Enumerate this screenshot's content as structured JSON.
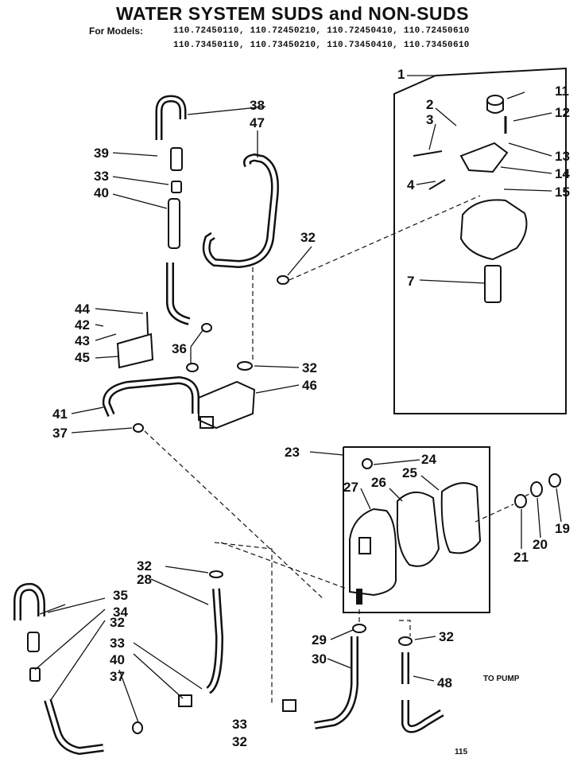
{
  "header": {
    "title": "WATER SYSTEM SUDS and NON-SUDS",
    "models_label": "For Models:",
    "models_line_1": "110.72450110, 110.72450210, 110.72450410, 110.72450610",
    "models_line_2": "110.73450110, 110.73450210, 110.73450410, 110.73450610"
  },
  "callouts": {
    "c1": "1",
    "c2": "2",
    "c3": "3",
    "c4": "4",
    "c7": "7",
    "c11": "11",
    "c12": "12",
    "c13": "13",
    "c14": "14",
    "c15": "15",
    "c19": "19",
    "c20": "20",
    "c21": "21",
    "c23": "23",
    "c24": "24",
    "c25": "25",
    "c26": "26",
    "c27": "27",
    "c28": "28",
    "c29": "29",
    "c30": "30",
    "c32a": "32",
    "c32b": "32",
    "c32c": "32",
    "c32d": "32",
    "c32e": "32",
    "c32f": "32",
    "c33a": "33",
    "c33b": "33",
    "c33c": "33",
    "c34": "34",
    "c35": "35",
    "c36": "36",
    "c37a": "37",
    "c37b": "37",
    "c38": "38",
    "c39": "39",
    "c40a": "40",
    "c40b": "40",
    "c41": "41",
    "c42": "42",
    "c43": "43",
    "c44": "44",
    "c45": "45",
    "c46": "46",
    "c47": "47",
    "c48": "48"
  },
  "notes": {
    "to_pump": "TO PUMP",
    "page_code": "115"
  }
}
